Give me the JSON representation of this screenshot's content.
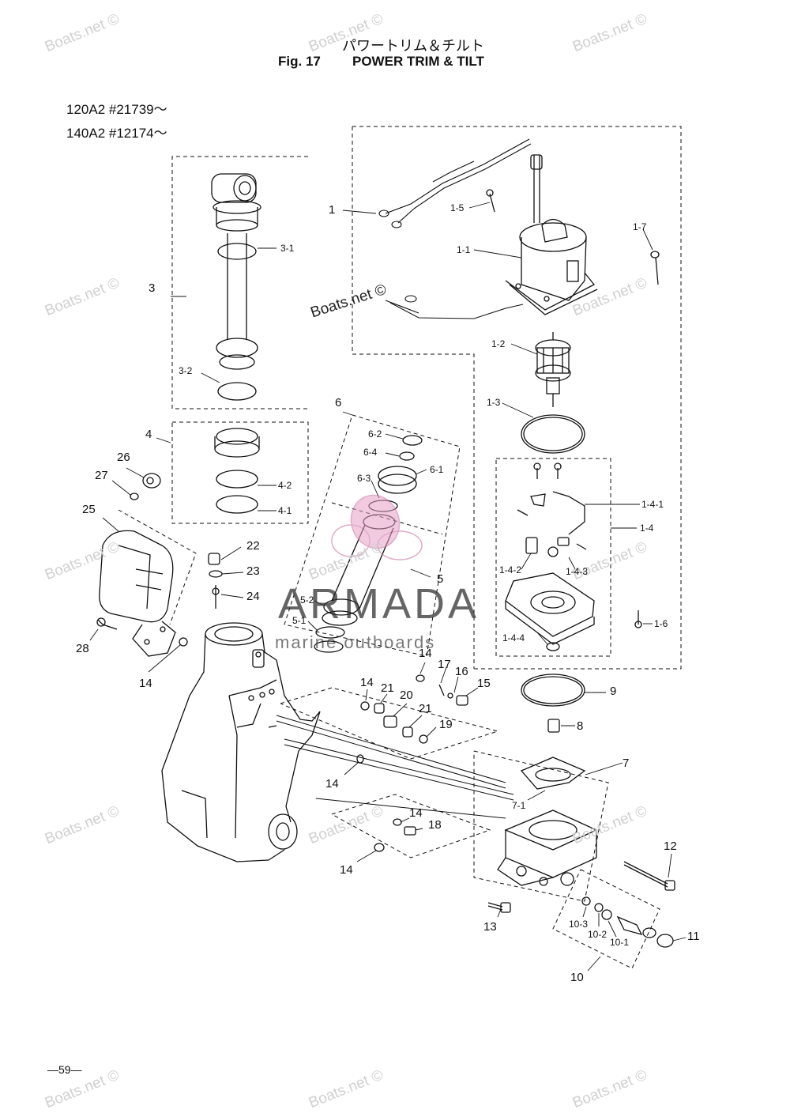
{
  "header": {
    "title_jp": "パワートリム＆チルト",
    "fig_no": "Fig. 17",
    "fig_title": "POWER TRIM & TILT",
    "models": [
      "120A2 #21739～",
      "140A2 #12174～"
    ]
  },
  "watermark": "Boats.net ©",
  "brand": {
    "name": "ARMADA",
    "tagline": "marine outboards",
    "logo_color": "#e8a0c8"
  },
  "page_number": "—59—",
  "part_labels": {
    "p1": "1",
    "p1_1": "1-1",
    "p1_2": "1-2",
    "p1_3": "1-3",
    "p1_4": "1-4",
    "p1_4_1": "1-4-1",
    "p1_4_2": "1-4-2",
    "p1_4_3": "1-4-3",
    "p1_4_4": "1-4-4",
    "p1_5": "1-5",
    "p1_6": "1-6",
    "p1_7": "1-7",
    "p3": "3",
    "p3_1": "3-1",
    "p3_2": "3-2",
    "p4": "4",
    "p4_1": "4-1",
    "p4_2": "4-2",
    "p5": "5",
    "p5_1": "5-1",
    "p5_2": "5-2",
    "p6": "6",
    "p6_1": "6-1",
    "p6_2": "6-2",
    "p6_3": "6-3",
    "p6_4": "6-4",
    "p7": "7",
    "p7_1": "7-1",
    "p8": "8",
    "p9": "9",
    "p10": "10",
    "p10_1": "10-1",
    "p10_2": "10-2",
    "p10_3": "10-3",
    "p11": "11",
    "p12": "12",
    "p13": "13",
    "p14": "14",
    "p15": "15",
    "p16": "16",
    "p17": "17",
    "p18": "18",
    "p19": "19",
    "p20": "20",
    "p21": "21",
    "p22": "22",
    "p23": "23",
    "p24": "24",
    "p25": "25",
    "p26": "26",
    "p27": "27",
    "p28": "28"
  }
}
